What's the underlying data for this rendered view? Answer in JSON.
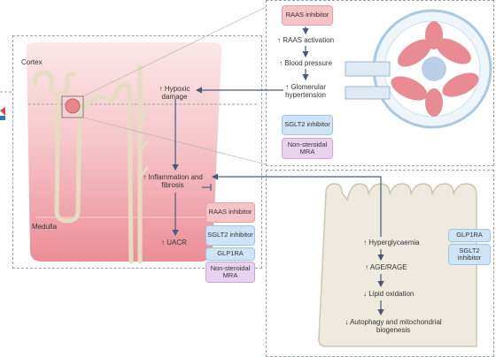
{
  "kidney": {
    "cortex_label": "Cortex",
    "medulla_label": "Medulla",
    "hypoxic_damage": "↑ Hypoxic damage",
    "inflammation": "↑ Inflammation and fibrosis",
    "uacr": "↑ UACR",
    "therapies": [
      "RAAS inhibitor",
      "SGLT2 inhibitor",
      "GLP1RA",
      "Non-steroidal MRA"
    ]
  },
  "glomerulus": {
    "raas_inhibitor": "RAAS inhibitor",
    "steps": [
      "↑ RAAS activation",
      "↑ Blood pressure",
      "↑ Glomerular hypertension"
    ],
    "sglt2": "SGLT2 inhibitor",
    "mra": "Non-steroidal MRA"
  },
  "cell": {
    "steps": [
      "↑ Hyperglycaemia",
      "↑ AGE/RAGE",
      "↓ Lipid oxidation",
      "↓ Autophagy and mitochondrial biogenesis"
    ],
    "therapies": [
      "GLP1RA",
      "SGLT2 inhibitor"
    ]
  },
  "colors": {
    "pink": "#f6c4c7",
    "blue": "#cfe4f6",
    "purple": "#e8d2f0",
    "arrow": "#4a5a7a"
  }
}
